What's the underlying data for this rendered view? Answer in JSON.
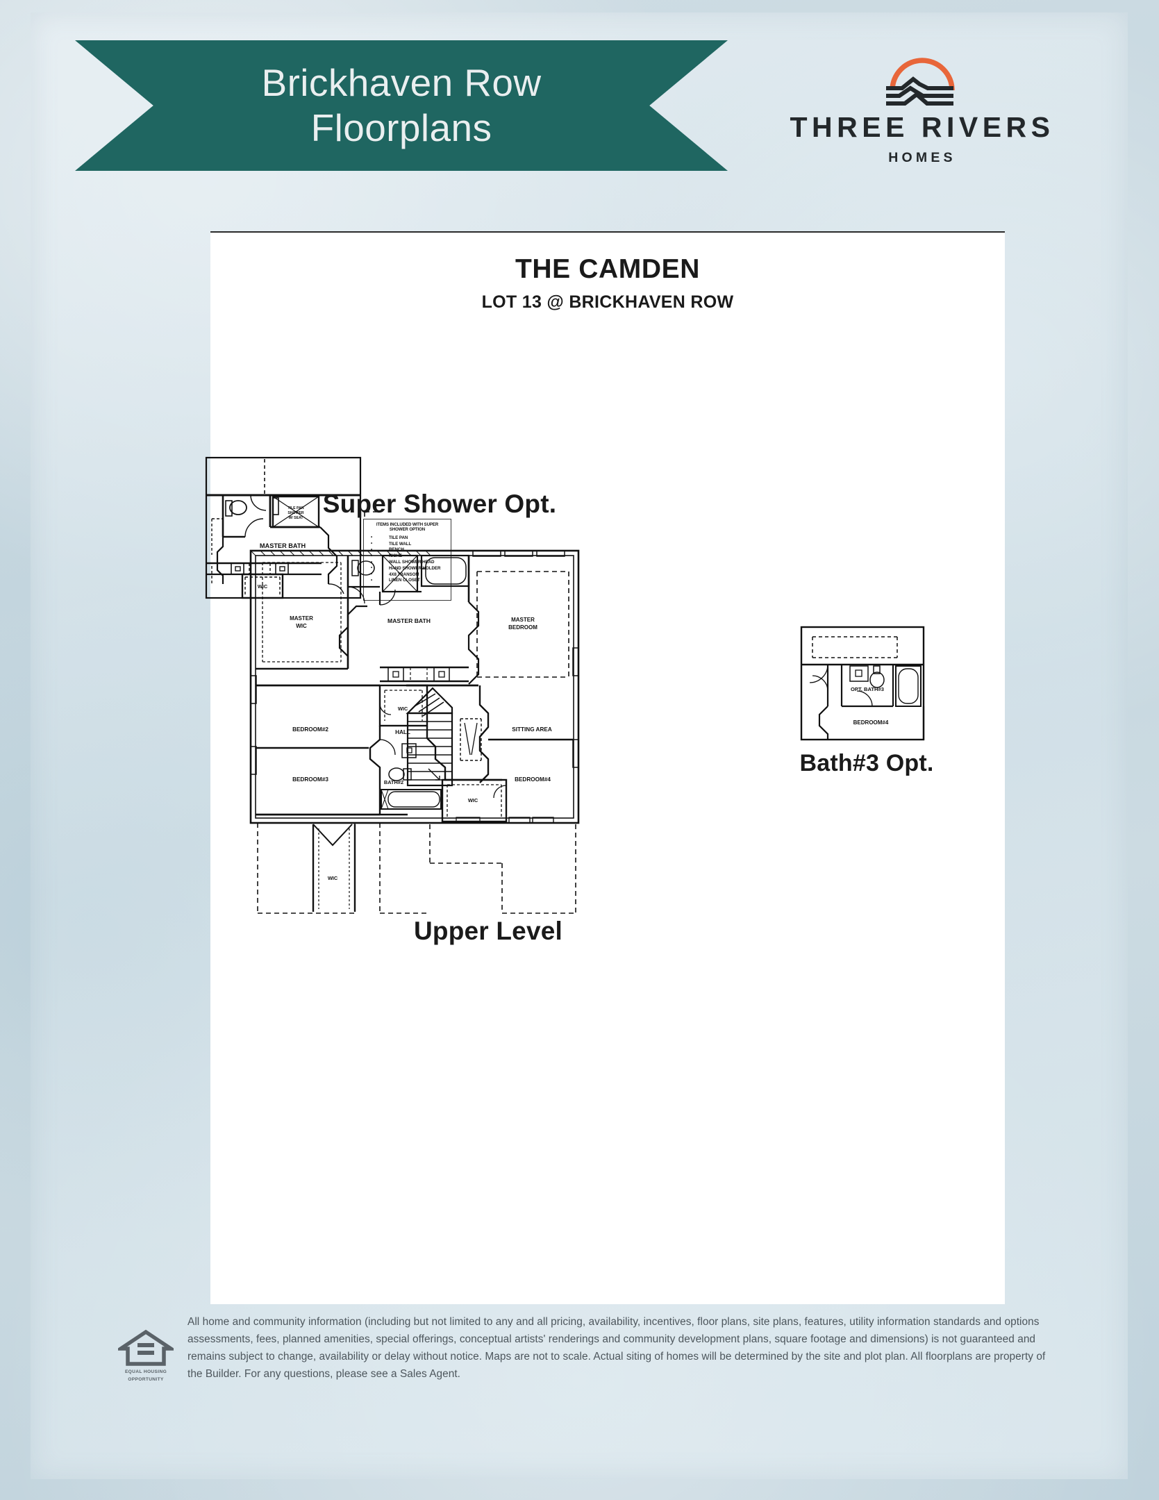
{
  "header": {
    "banner_lines": [
      "Brickhaven Row",
      "Floorplans"
    ],
    "banner_color": "#1f6661",
    "logo": {
      "icon": "three-rivers-sun-mountain-logo",
      "name": "THREE RIVERS",
      "tagline": "HOMES",
      "sun_color": "#e8663a",
      "line_color": "#23282b"
    }
  },
  "document": {
    "title": "THE CAMDEN",
    "subtitle": "LOT 13 @ BRICKHAVEN ROW"
  },
  "plans": {
    "super_shower": {
      "caption": "Super Shower Opt.",
      "room_labels": [
        "MASTER BATH",
        "WIC",
        "TILE PAN SHOWER W/ SEAT"
      ],
      "notes": {
        "heading": "ITEMS INCLUDED WITH SUPER SHOWER OPTION",
        "items": [
          "TILE PAN",
          "TILE WALL",
          "BENCH",
          "NICHE",
          "WALL SHOWER HEAD",
          "HAND SHOWER HOLDER",
          "4X8 TRANSOM",
          "LINEN CLOSET"
        ]
      }
    },
    "upper_level": {
      "caption": "Upper Level",
      "room_labels": [
        "MASTER WIC",
        "MASTER BATH",
        "MASTER BEDROOM",
        "WIC",
        "BEDROOM#2",
        "HALL",
        "SITTING AREA",
        "BEDROOM#3",
        "BATH#2",
        "BEDROOM#4",
        "WIC",
        "WIC"
      ]
    },
    "bath3_option": {
      "caption": "Bath#3 Opt.",
      "room_labels": [
        "OPT. BATH#3",
        "BEDROOM#4"
      ]
    }
  },
  "footer": {
    "eho_icon": "equal-housing-opportunity-icon",
    "eho_label_line1": "EQUAL HOUSING",
    "eho_label_line2": "OPPORTUNITY",
    "disclaimer": "All home and community information (including but not limited to any and all pricing, availability, incentives, floor plans, site plans, features, utility information standards and options assessments, fees, planned amenities, special offerings, conceptual artists' renderings and community development plans, square footage and dimensions) is not guaranteed and remains subject to change, availability or delay without notice. Maps are not to scale. Actual siting of homes will be determined by the site and plot plan. All floorplans are property of the Builder. For any questions, please see a Sales Agent."
  }
}
